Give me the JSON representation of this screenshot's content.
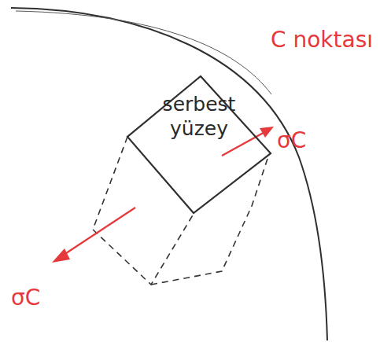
{
  "diagram": {
    "nodes": [
      {
        "text": [
          "serbest yüzey"
        ]
      }
    ],
    "labels": [
      "C noktası",
      "σC",
      "σC"
    ]
  }
}
